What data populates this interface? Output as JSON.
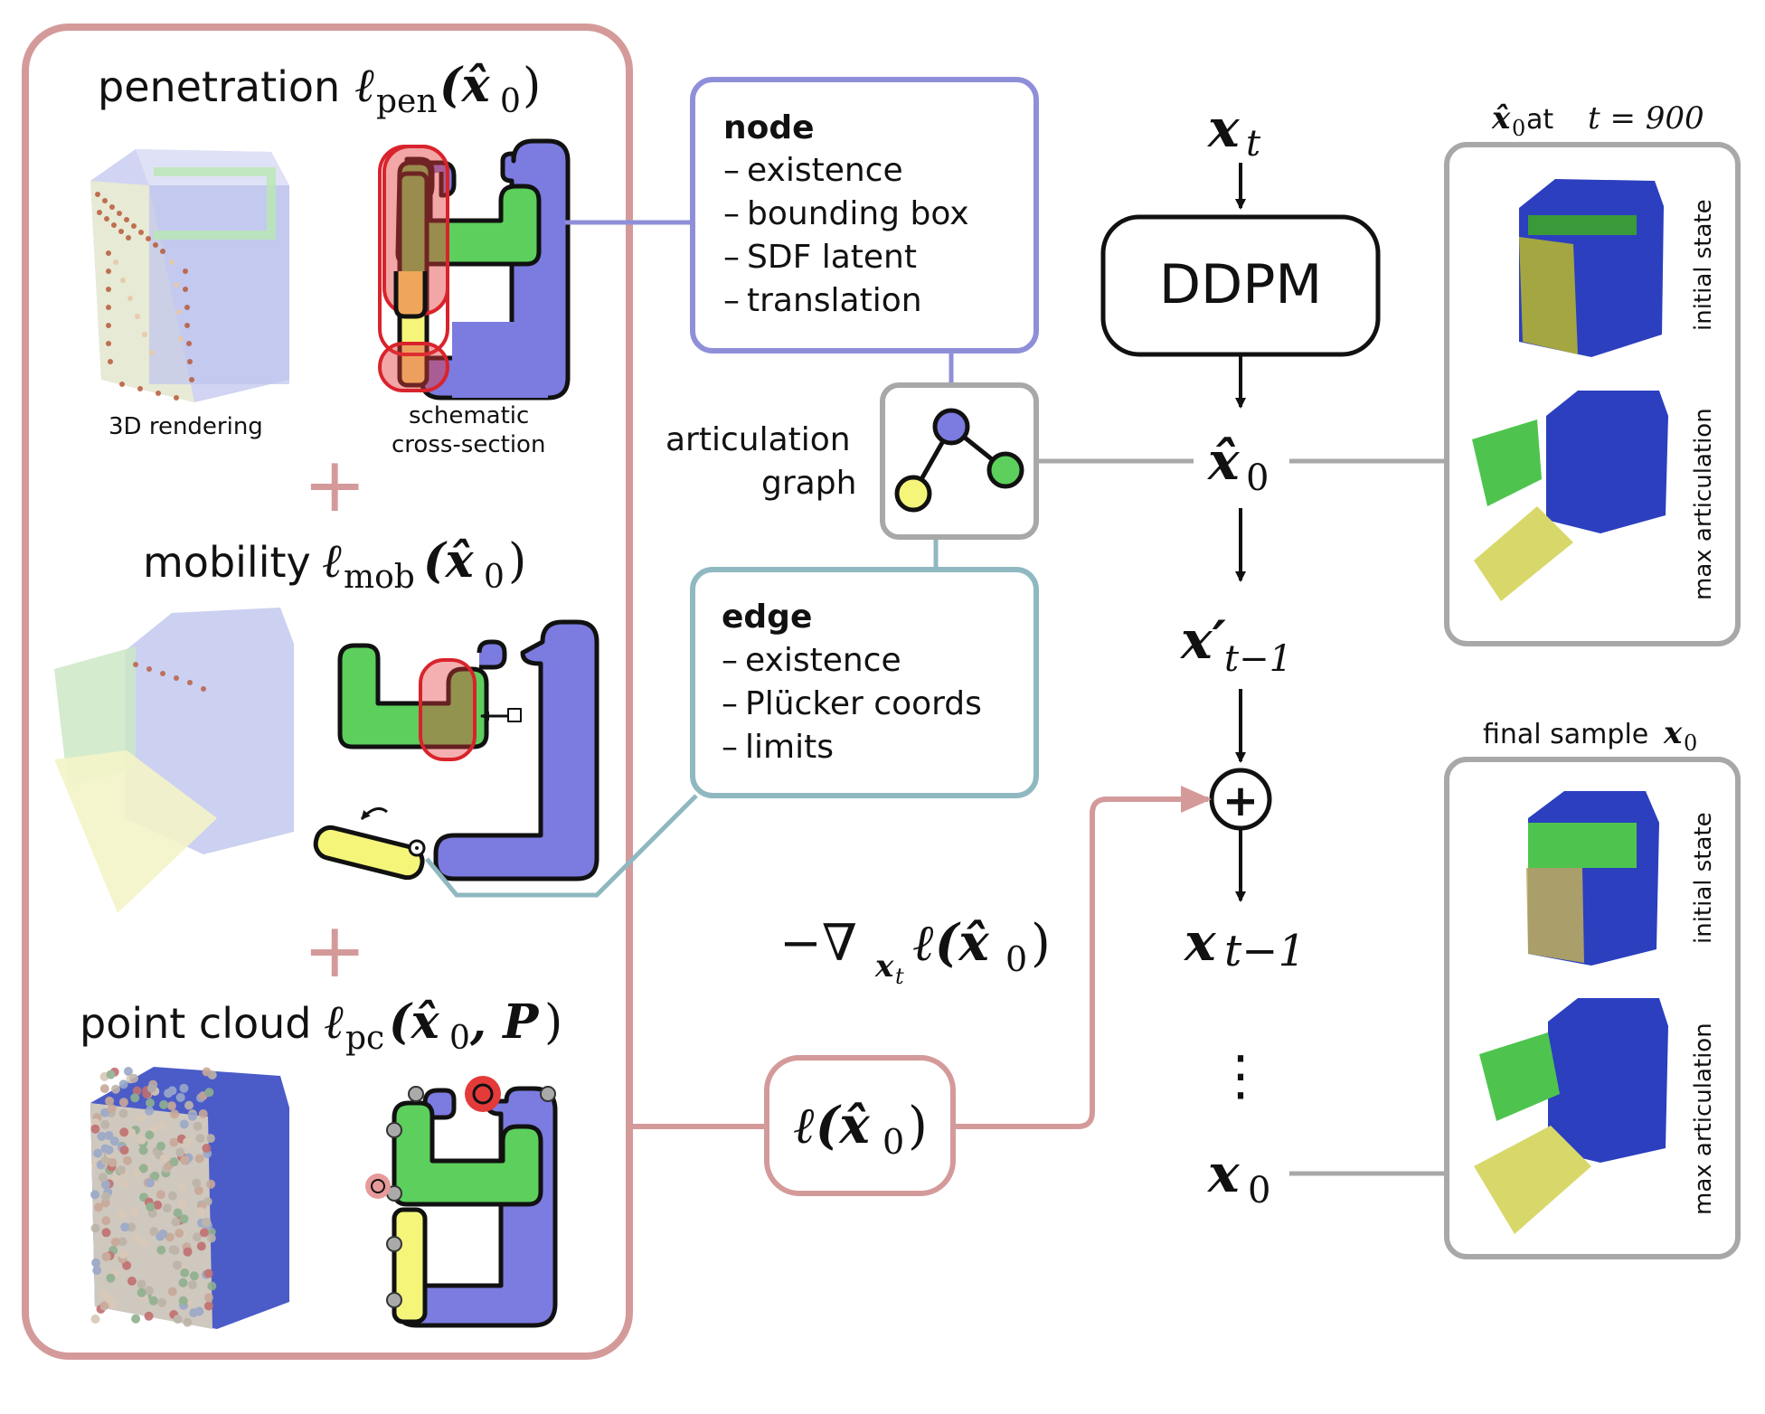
{
  "losses": {
    "penetration": {
      "name": "penetration",
      "symbol": "ℓ",
      "subscript": "pen",
      "arg": "(x̂",
      "arg_sub": "0",
      "arg_close": ")"
    },
    "mobility": {
      "name": "mobility",
      "symbol": "ℓ",
      "subscript": "mob",
      "arg": "(x̂",
      "arg_sub": "0",
      "arg_close": ")"
    },
    "point_cloud": {
      "name": "point cloud",
      "symbol": "ℓ",
      "subscript": "pc",
      "arg": "(x̂",
      "arg_sub": "0",
      "arg_mid": ", P",
      "arg_close": ")"
    },
    "plus": "+",
    "caption_rendering": "3D rendering",
    "caption_schematic_1": "schematic",
    "caption_schematic_2": "cross-section"
  },
  "graph": {
    "label_1": "articulation",
    "label_2": "graph",
    "node_box": {
      "title": "node",
      "items": [
        "existence",
        "bounding box",
        "SDF latent",
        "translation"
      ]
    },
    "edge_box": {
      "title": "edge",
      "items": [
        "existence",
        "Plücker coords",
        "limits"
      ]
    },
    "dash": "–"
  },
  "pipeline": {
    "xt": "x",
    "xt_sub": "t",
    "ddpm": "DDPM",
    "x0hat": "x̂",
    "x0hat_sub": "0",
    "xprime": "x′",
    "xprime_sub": "t−1",
    "plus": "+",
    "xtm1": "x",
    "xtm1_sub": "t−1",
    "dots": "⋮",
    "x0": "x",
    "x0_sub": "0",
    "gradient": "−∇",
    "gradient_sub": "x",
    "gradient_subsub": "t",
    "gradient_rest": "ℓ(x̂",
    "gradient_rest_sub": "0",
    "gradient_close": ")",
    "loss_box": "ℓ(x̂",
    "loss_box_sub": "0",
    "loss_box_close": ")"
  },
  "results": {
    "top_title_1": "x̂",
    "top_title_1_sub": "0",
    "top_title_2": " at ",
    "top_title_3": "t = 900",
    "bottom_title": "final sample ",
    "bottom_title_sym": "x",
    "bottom_title_sub": "0",
    "initial_state": "initial state",
    "max_articulation": "max articulation"
  },
  "colors": {
    "loss_panel": "#d49a9a",
    "node_box": "#8f8fd9",
    "edge_box": "#8fb8c0",
    "gray": "#a8a8a8",
    "blue_part": "#7b7be0",
    "green_part": "#5ccf5c",
    "yellow_part": "#f5f57a",
    "red_highlight": "#e43a3a",
    "dark_blue_render": "#2b3fbf"
  }
}
